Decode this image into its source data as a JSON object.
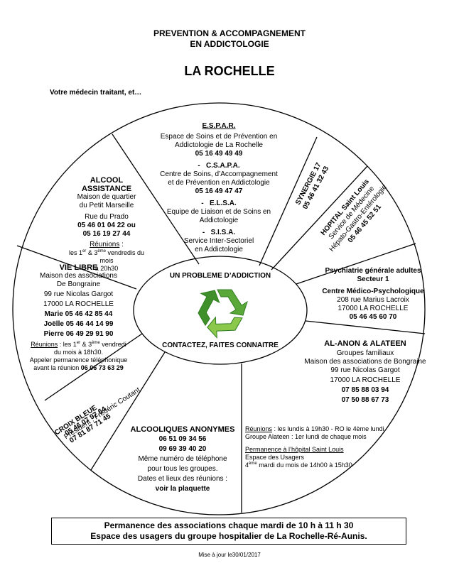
{
  "header": {
    "title_line1": "PREVENTION & ACCOMPAGNEMENT",
    "title_line2": "EN ADDICTOLOGIE",
    "city": "LA  ROCHELLE",
    "intro": "Votre médecin traitant, et…"
  },
  "center": {
    "top": "UN PROBLEME D’ADDICTION",
    "bottom": "CONTACTEZ, FAITES CONNAITRE",
    "icon": "recycle-icon"
  },
  "espar": {
    "name": "E.S.P.A.R.",
    "desc1": "Espace de Soins et de Prévention en",
    "desc2": "Addictologie de La Rochelle",
    "phone": "05 16 49 49 49",
    "csapa_dash": "-",
    "csapa_name": "C.S.A.P.A.",
    "csapa_l1": "Centre de Soins, d’Accompagnement",
    "csapa_l2": "et de Prévention en Addictologie",
    "csapa_phone": "05 16 49 47 47",
    "elsa_dash": "-",
    "elsa_name": "E.L.S.A.",
    "elsa_l1": "Equipe de Liaison et de Soins en",
    "elsa_l2": "Addictologie",
    "sisa_dash": "-",
    "sisa_name": "S.I.S.A.",
    "sisa_l1": "Service Inter-Sectoriel",
    "sisa_l2": "en Addictologie"
  },
  "synergie": {
    "name": "SYNERGIE 17",
    "phone": "05 46 41 32 43"
  },
  "hopital": {
    "name": "HOPITAL Saint  Louis",
    "l1": "Service de Médecine",
    "l2": "Hépato-Gastro-Entérologie",
    "phone": "05 46 45 52 51"
  },
  "psy": {
    "l1": "Psychiatrie générale adultes",
    "l2": "Secteur 1",
    "l3": "Centre Médico-Psychologique",
    "addr1": "208 rue Marius Lacroix",
    "addr2": "17000 LA ROCHELLE",
    "phone": "05 46 45 60 70"
  },
  "alanon": {
    "name": "AL-ANON & ALATEEN",
    "l1": "Groupes familiaux",
    "l2": "Maison des associations de Bongraine",
    "l3": "99 rue Nicolas Gargot",
    "l4": "17000 LA ROCHELLE",
    "phone1": "07 85 88 03 94",
    "phone2": "07 50 88 67 73",
    "reunions_label": "Réunions",
    "reunions_text": " : les lundis à 19h30 - RO le 4ème lundi",
    "reunions_l2": "Groupe Alateen : 1er lundi de chaque mois",
    "perm_label": "Permanence à l’hôpital Saint Louis",
    "perm_l2": "Espace des Usagers",
    "perm_l3_sup": "ème",
    "perm_l3_pre": "4",
    "perm_l3": " mardi du mois de 14h00 à 15h30"
  },
  "aa": {
    "name": "ALCOOLIQUES ANONYMES",
    "phone1": "06 51 09 34 56",
    "phone2": "09 69 39 40 20",
    "l1": "Même numéro de téléphone",
    "l2": "pour tous les groupes.",
    "l3": "Dates et lieux des réunions :",
    "l4": "voir la plaquette"
  },
  "croix": {
    "name": "CROIX BLEUE",
    "pres": "Président : Frédéric Coutant",
    "phone1": "05 46 07 97 64",
    "phone2": "07 81 87 71 45"
  },
  "vielibre": {
    "name": "VIE LIBRE",
    "l1": "Maison des associations",
    "l2": "De Bongraine",
    "l3": "99 rue Nicolas Gargot",
    "l4": "17000 LA ROCHELLE",
    "marie": "Marie 05 46 42 85 44",
    "joelle": "Joëlle 05 46 44 14 99",
    "pierre": "Pierre 06 49 29 91 90",
    "reunions_label": "Réunions",
    "reunions_a": " : les 1",
    "reunions_sup1": "er",
    "reunions_b": " & 3",
    "reunions_sup2": "ème",
    "reunions_c": " vendredi",
    "reunions_l2": "du mois à 18h30.",
    "perm_l1": "Appeler permanence téléphonique",
    "perm_l2_pre": "avant la réunion ",
    "perm_phone": "06 06 73 63 29"
  },
  "alcool": {
    "name1": "ALCOOL",
    "name2": "ASSISTANCE",
    "l1": "Maison de quartier",
    "l2": "du Petit Marseille",
    "l3": "Rue du Prado",
    "phone1": "05 46 01 04 22 ou",
    "phone2": "05 16 19 27 44",
    "reunions_label": "Réunions",
    "reunions_after": " :",
    "r_a": "les 1",
    "r_sup1": "er",
    "r_b": " & 3",
    "r_sup2": "ème",
    "r_c": " vendredis du",
    "r_l2": "mois",
    "r_l3": "à 20h30"
  },
  "footer": {
    "box_l1": "Permanence des associations chaque mardi de 10 h à 11 h 30",
    "box_l2": "Espace des usagers du groupe hospitalier de La Rochelle-Ré-Aunis.",
    "update": "Mise à jour le30/01/2017"
  },
  "colors": {
    "green_dark": "#2e7d1f",
    "green_mid": "#5aa83a",
    "green_light": "#a6d25a"
  }
}
